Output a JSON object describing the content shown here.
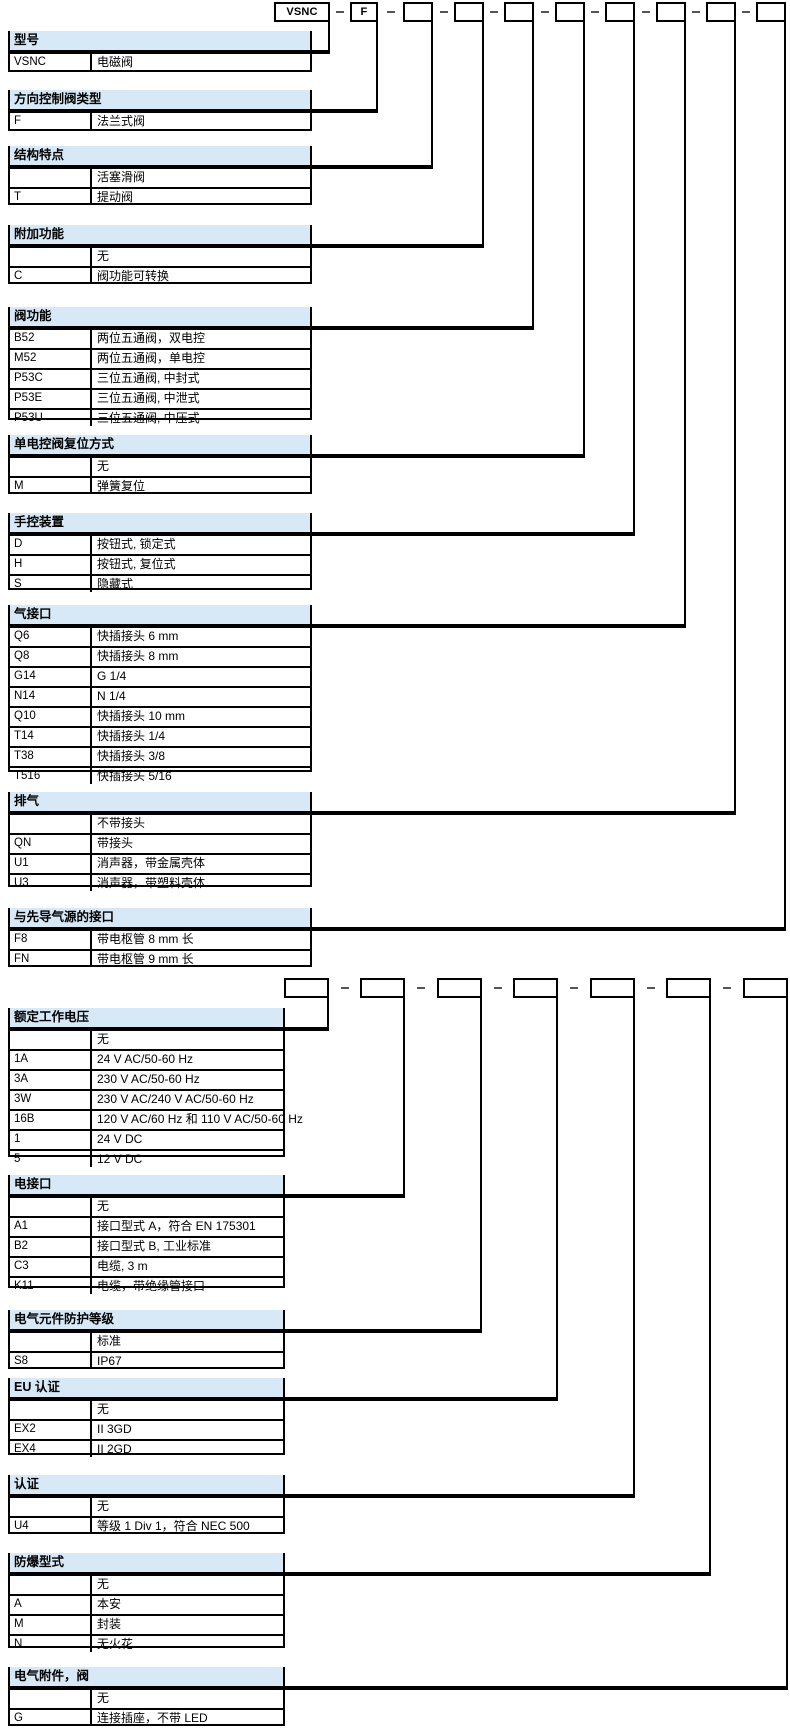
{
  "separator": "–",
  "colors": {
    "header_bg": "#d7e9f6",
    "border": "#000000",
    "dash": "#555555",
    "box_bg": "#ffffff"
  },
  "blocks": [
    {
      "name": "valve-type-code",
      "boxes": [
        "VSNC",
        "F",
        "",
        "",
        "",
        "",
        "",
        "",
        "",
        ""
      ],
      "sections": [
        {
          "header": "型号",
          "rows": [
            {
              "code": "VSNC",
              "desc": "电磁阀"
            }
          ]
        },
        {
          "header": "方向控制阀类型",
          "rows": [
            {
              "code": "F",
              "desc": "法兰式阀"
            }
          ]
        },
        {
          "header": "结构特点",
          "rows": [
            {
              "code": "",
              "desc": "活塞滑阀"
            },
            {
              "code": "T",
              "desc": "提动阀"
            }
          ]
        },
        {
          "header": "附加功能",
          "rows": [
            {
              "code": "",
              "desc": "无"
            },
            {
              "code": "C",
              "desc": "阀功能可转换"
            }
          ]
        },
        {
          "header": "阀功能",
          "rows": [
            {
              "code": "B52",
              "desc": "两位五通阀，双电控"
            },
            {
              "code": "M52",
              "desc": "两位五通阀，单电控"
            },
            {
              "code": "P53C",
              "desc": "三位五通阀, 中封式"
            },
            {
              "code": "P53E",
              "desc": "三位五通阀, 中泄式"
            },
            {
              "code": "P53U",
              "desc": "三位五通阀, 中压式"
            }
          ]
        },
        {
          "header": "单电控阀复位方式",
          "rows": [
            {
              "code": "",
              "desc": "无"
            },
            {
              "code": "M",
              "desc": "弹簧复位"
            }
          ]
        },
        {
          "header": "手控装置",
          "rows": [
            {
              "code": "D",
              "desc": "按钮式, 锁定式"
            },
            {
              "code": "H",
              "desc": "按钮式, 复位式"
            },
            {
              "code": "S",
              "desc": "隐藏式"
            }
          ]
        },
        {
          "header": "气接口",
          "rows": [
            {
              "code": "Q6",
              "desc": "快插接头 6 mm"
            },
            {
              "code": "Q8",
              "desc": "快插接头 8 mm"
            },
            {
              "code": "G14",
              "desc": "G 1/4"
            },
            {
              "code": "N14",
              "desc": "N 1/4"
            },
            {
              "code": "Q10",
              "desc": "快插接头 10 mm"
            },
            {
              "code": "T14",
              "desc": "快插接头 1/4"
            },
            {
              "code": "T38",
              "desc": "快插接头 3/8"
            },
            {
              "code": "T516",
              "desc": "快插接头 5/16"
            }
          ]
        },
        {
          "header": "排气",
          "rows": [
            {
              "code": "",
              "desc": "不带接头"
            },
            {
              "code": "QN",
              "desc": "带接头"
            },
            {
              "code": "U1",
              "desc": "消声器，带金属壳体"
            },
            {
              "code": "U3",
              "desc": "消声器，带塑料壳体"
            }
          ]
        },
        {
          "header": "与先导气源的接口",
          "rows": [
            {
              "code": "F8",
              "desc": "带电枢管 8 mm 长"
            },
            {
              "code": "FN",
              "desc": "带电枢管 9 mm 长"
            }
          ]
        }
      ]
    },
    {
      "name": "electrical-type-code",
      "boxes": [
        "",
        "",
        "",
        "",
        "",
        "",
        ""
      ],
      "sections": [
        {
          "header": "额定工作电压",
          "rows": [
            {
              "code": "",
              "desc": "无"
            },
            {
              "code": "1A",
              "desc": "24 V AC/50-60 Hz"
            },
            {
              "code": "3A",
              "desc": "230 V AC/50-60 Hz"
            },
            {
              "code": "3W",
              "desc": "230 V AC/240 V AC/50-60 Hz"
            },
            {
              "code": "16B",
              "desc": "120 V AC/60 Hz 和 110 V AC/50-60 Hz"
            },
            {
              "code": "1",
              "desc": "24 V DC"
            },
            {
              "code": "5",
              "desc": "12 V DC"
            }
          ]
        },
        {
          "header": "电接口",
          "rows": [
            {
              "code": "",
              "desc": "无"
            },
            {
              "code": "A1",
              "desc": "接口型式 A，符合 EN 175301"
            },
            {
              "code": "B2",
              "desc": "接口型式 B, 工业标准"
            },
            {
              "code": "C3",
              "desc": "电缆, 3 m"
            },
            {
              "code": "K11",
              "desc": "电缆，带绝缘管接口"
            }
          ]
        },
        {
          "header": "电气元件防护等级",
          "rows": [
            {
              "code": "",
              "desc": "标准"
            },
            {
              "code": "S8",
              "desc": "IP67"
            }
          ]
        },
        {
          "header": "EU 认证",
          "rows": [
            {
              "code": "",
              "desc": "无"
            },
            {
              "code": "EX2",
              "desc": "II 3GD"
            },
            {
              "code": "EX4",
              "desc": "II 2GD"
            }
          ]
        },
        {
          "header": "认证",
          "rows": [
            {
              "code": "",
              "desc": "无"
            },
            {
              "code": "U4",
              "desc": "等级 1 Div 1，符合 NEC 500"
            }
          ]
        },
        {
          "header": "防爆型式",
          "rows": [
            {
              "code": "",
              "desc": "无"
            },
            {
              "code": "A",
              "desc": "本安"
            },
            {
              "code": "M",
              "desc": "封装"
            },
            {
              "code": "N",
              "desc": "无火花"
            }
          ]
        },
        {
          "header": "电气附件，阀",
          "rows": [
            {
              "code": "",
              "desc": "无"
            },
            {
              "code": "G",
              "desc": "连接插座，不带 LED"
            }
          ]
        }
      ]
    }
  ]
}
